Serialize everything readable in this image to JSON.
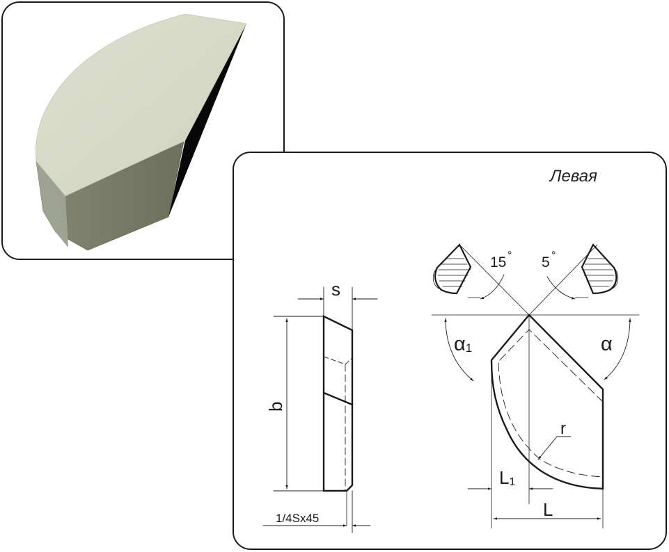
{
  "title": "Левая",
  "labels": {
    "s": "s",
    "b": "b",
    "chamfer": "1/4Sx45",
    "angle_15": "15",
    "angle_5": "5",
    "degree": "°",
    "alpha": "α",
    "alpha1_base": "α",
    "alpha1_sub": "1",
    "r": "r",
    "L1_base": "L",
    "L1_sub": "1",
    "L": "L"
  },
  "colors": {
    "line": "#1a1a1a",
    "top_face": "#d6dac7",
    "front_face": "#7b7f6c",
    "side_face": "#0a0a0a",
    "front_face_left": "#8e9280"
  }
}
